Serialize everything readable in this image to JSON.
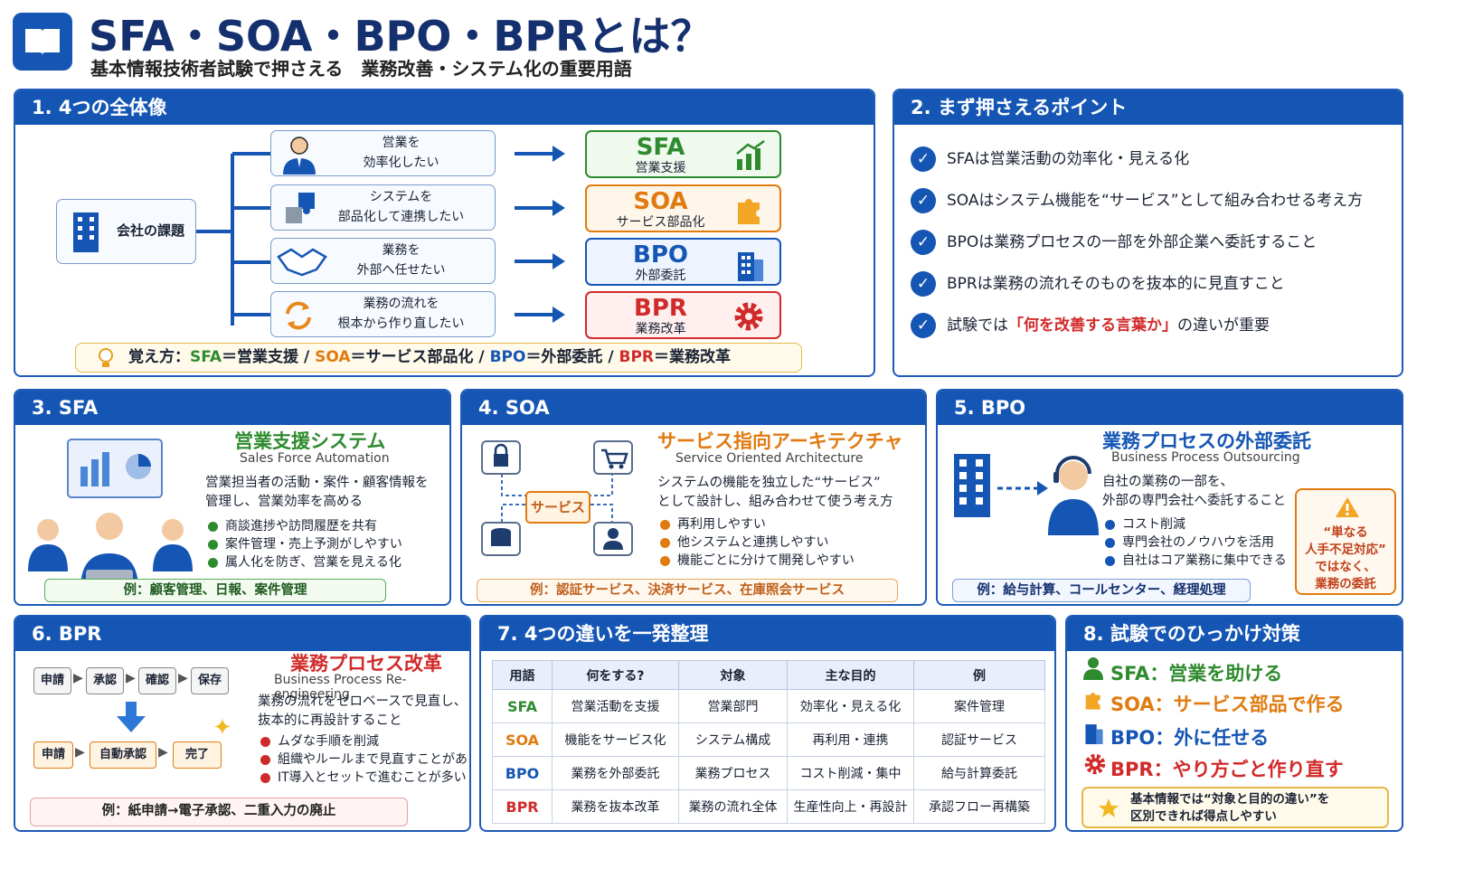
{
  "header": {
    "title": "SFA・SOA・BPO・BPRとは？",
    "subtitle": "基本情報技術者試験で押さえる　業務改善・システム化の重要用語"
  },
  "colors": {
    "primary": "#1556b4",
    "sfa": "#2e8b2e",
    "soa": "#e07b10",
    "bpo": "#1556b4",
    "bpr": "#d12a2a"
  },
  "p1": {
    "title": "1. 4つの全体像",
    "company": "会社の課題",
    "needs": [
      {
        "l1": "営業を",
        "l2": "効率化したい"
      },
      {
        "l1": "システムを",
        "l2": "部品化して連携したい"
      },
      {
        "l1": "業務を",
        "l2": "外部へ任せたい"
      },
      {
        "l1": "業務の流れを",
        "l2": "根本から作り直したい"
      }
    ],
    "results": [
      {
        "abbr": "SFA",
        "label": "営業支援"
      },
      {
        "abbr": "SOA",
        "label": "サービス部品化"
      },
      {
        "abbr": "BPO",
        "label": "外部委託"
      },
      {
        "abbr": "BPR",
        "label": "業務改革"
      }
    ],
    "memo": {
      "prefix": "覚え方：",
      "sfa": "SFA",
      "sfa_t": "＝営業支援",
      "soa": "SOA",
      "soa_t": "＝サービス部品化",
      "bpo": "BPO",
      "bpo_t": "＝外部委託",
      "bpr": "BPR",
      "bpr_t": "＝業務改革",
      "sep": " / "
    }
  },
  "p2": {
    "title": "2. まず押さえるポイント",
    "points": [
      "SFAは営業活動の効率化・見える化",
      "SOAはシステム機能を“サービス”として組み合わせる考え方",
      "BPOは業務プロセスの一部を外部企業へ委託すること",
      "BPRは業務の流れそのものを抜本的に見直すこと"
    ],
    "last_a": "試験では",
    "last_b": "「何を改善する言葉か」",
    "last_c": "の違いが重要"
  },
  "p3": {
    "title": "3. SFA",
    "name": "営業支援システム",
    "en": "Sales Force Automation",
    "d1": "営業担当者の活動・案件・顧客情報を",
    "d2": "管理し、営業効率を高める",
    "bullets": [
      "商談進捗や訪問履歴を共有",
      "案件管理・売上予測がしやすい",
      "属人化を防ぎ、営業を見える化"
    ],
    "ex": "例：顧客管理、日報、案件管理"
  },
  "p4": {
    "title": "4. SOA",
    "name": "サービス指向アーキテクチャ",
    "en": "Service Oriented Architecture",
    "d1": "システムの機能を独立した“サービス”",
    "d2": "として設計し、組み合わせて使う考え方",
    "service": "サービス",
    "bullets": [
      "再利用しやすい",
      "他システムと連携しやすい",
      "機能ごとに分けて開発しやすい"
    ],
    "ex": "例：認証サービス、決済サービス、在庫照会サービス"
  },
  "p5": {
    "title": "5. BPO",
    "name": "業務プロセスの外部委託",
    "en": "Business Process Outsourcing",
    "d1": "自社の業務の一部を、",
    "d2": "外部の専門会社へ委託すること",
    "bullets": [
      "コスト削減",
      "専門会社のノウハウを活用",
      "自社はコア業務に集中できる"
    ],
    "ex": "例：給与計算、コールセンター、経理処理",
    "warn": [
      "“単なる",
      "人手不足対応”",
      "ではなく、",
      "業務の委託"
    ]
  },
  "p6": {
    "title": "6. BPR",
    "name": "業務プロセス改革",
    "en": "Business Process Re-engineering",
    "d1": "業務の流れをゼロベースで見直し、",
    "d2": "抜本的に再設計すること",
    "flow1": [
      "申請",
      "承認",
      "確認",
      "保存"
    ],
    "flow2": [
      "申請",
      "自動承認",
      "完了"
    ],
    "bullets": [
      "ムダな手順を削減",
      "組織やルールまで見直すことがある",
      "IT導入とセットで進むことが多い"
    ],
    "ex": "例：紙申請→電子承認、二重入力の廃止"
  },
  "p7": {
    "title": "7. 4つの違いを一発整理",
    "headers": [
      "用語",
      "何をする?",
      "対象",
      "主な目的",
      "例"
    ],
    "rows": [
      [
        "SFA",
        "営業活動を支援",
        "営業部門",
        "効率化・見える化",
        "案件管理"
      ],
      [
        "SOA",
        "機能をサービス化",
        "システム構成",
        "再利用・連携",
        "認証サービス"
      ],
      [
        "BPO",
        "業務を外部委託",
        "業務プロセス",
        "コスト削減・集中",
        "給与計算委託"
      ],
      [
        "BPR",
        "業務を抜本改革",
        "業務の流れ全体",
        "生産性向上・再設計",
        "承認フロー再構築"
      ]
    ]
  },
  "p8": {
    "title": "8. 試験でのひっかけ対策",
    "items": [
      "SFA：営業を助ける",
      "SOA：サービス部品で作る",
      "BPO：外に任せる",
      "BPR：やり方ごと作り直す"
    ],
    "tip1": "基本情報では“対象と目的の違い”を",
    "tip2": "区別できれば得点しやすい"
  }
}
